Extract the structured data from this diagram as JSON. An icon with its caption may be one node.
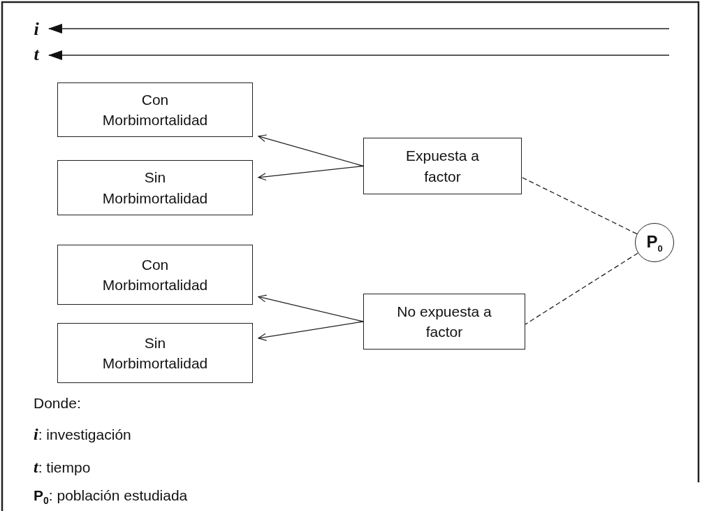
{
  "diagram": {
    "nodes": [
      {
        "text": [
          "i"
        ]
      },
      {
        "text": [
          "t"
        ]
      },
      {
        "text": [
          "Con Morbimortalidad"
        ]
      },
      {
        "text": [
          "Sin Morbimortalidad"
        ]
      },
      {
        "text": [
          "Expuesta a factor"
        ]
      },
      {
        "text": [
          "Con Morbimortalidad"
        ]
      },
      {
        "text": [
          "Sin Morbimortalidad"
        ]
      },
      {
        "text": [
          "No expuesta a factor"
        ]
      },
      {
        "text": [
          "P$_{0}$"
        ]
      }
    ],
    "edges": [
      {
        "from": null,
        "to": 0,
        "arrow": "to"
      },
      {
        "from": null,
        "to": 1,
        "arrow": "to"
      },
      {
        "from": 4,
        "to": 2,
        "arrow": "to"
      },
      {
        "from": 4,
        "to": 3,
        "arrow": "to"
      },
      {
        "from": 7,
        "to": 5,
        "arrow": "to"
      },
      {
        "from": 7,
        "to": 6,
        "arrow": "to"
      },
      {
        "from": 8,
        "to": 4,
        "arrow": "none",
        "style": "dashed"
      },
      {
        "from": 8,
        "to": 7,
        "arrow": "none",
        "style": "dashed"
      }
    ],
    "labels": [
      "Donde:",
      "**i**: investigación",
      "**t**: tiempo",
      "**P**$_{0}$: población estudiada"
    ]
  }
}
